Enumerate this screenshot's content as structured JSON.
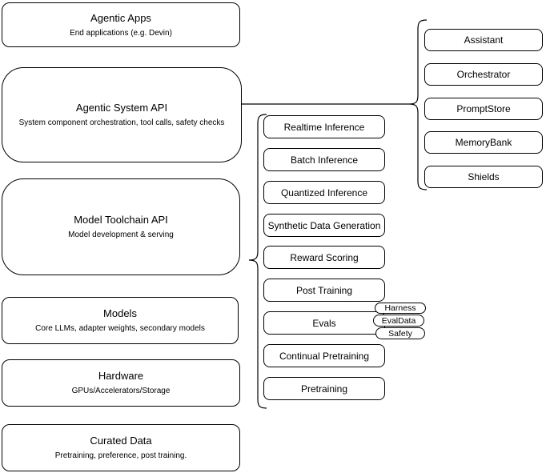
{
  "diagram": {
    "colors": {
      "stroke": "#000000",
      "background": "#ffffff"
    },
    "stack_layers": [
      {
        "title": "Agentic Apps",
        "subtitle": "End applications (e.g. Devin)"
      },
      {
        "title": "Agentic System API",
        "subtitle": "System component orchestration, tool calls, safety checks"
      },
      {
        "title": "Model Toolchain API",
        "subtitle": "Model development & serving"
      },
      {
        "title": "Models",
        "subtitle": "Core LLMs, adapter weights, secondary models"
      },
      {
        "title": "Hardware",
        "subtitle": "GPUs/Accelerators/Storage"
      },
      {
        "title": "Curated Data",
        "subtitle": "Pretraining, preference, post training."
      }
    ],
    "toolchain_components": [
      "Realtime Inference",
      "Batch Inference",
      "Quantized Inference",
      "Synthetic Data Generation",
      "Reward Scoring",
      "Post Training",
      "Evals",
      "Continual Pretraining",
      "Pretraining"
    ],
    "evals_tags": [
      "Harness",
      "EvalData",
      "Safety"
    ],
    "agentic_components": [
      "Assistant",
      "Orchestrator",
      "PromptStore",
      "MemoryBank",
      "Shields"
    ]
  }
}
